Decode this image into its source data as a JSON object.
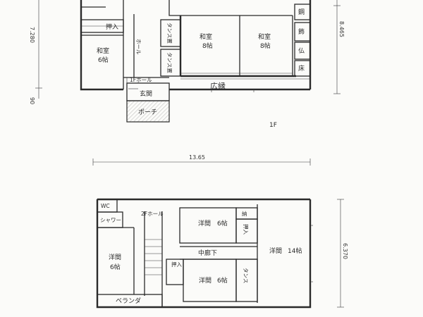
{
  "floor1": {
    "label": "1F",
    "dims": {
      "width": "13.65",
      "depth": "8.465",
      "left_upper": "7.280",
      "left_lower": "90"
    },
    "rooms": {
      "oshiire": "押入",
      "washitsu_small": "和室",
      "washitsu_small_size": "6帖",
      "hall": "ホール",
      "tansu1": "タンス置",
      "tansu2": "タンス置",
      "washitsu_a": "和室",
      "washitsu_a_size": "8帖",
      "washitsu_b": "和室",
      "washitsu_b_size": "8帖",
      "hiroen": "広縁",
      "entrance_hall": "1Fホール",
      "genkan": "玄関",
      "porch": "ポーチ",
      "side1": "飾",
      "side2": "仏",
      "side3": "床",
      "side_top": "鋼"
    }
  },
  "floor2": {
    "rooms": {
      "wc": "WC",
      "shower": "シャワー",
      "hall": "2Fホール",
      "youshitsu_a": "洋間",
      "youshitsu_a_size": "6帖",
      "youshitsu_left": "洋間",
      "youshitsu_left_size": "6帖",
      "storage": "納",
      "oshiire_a": "押入",
      "corridor": "中廊下",
      "youshitsu_big": "洋間",
      "youshitsu_big_size": "14帖",
      "oshiire_b": "押入",
      "youshitsu_b": "洋間",
      "youshitsu_b_size": "6帖",
      "tansu": "タンス",
      "veranda": "ベランダ"
    },
    "dims": {
      "depth": "6.370"
    }
  },
  "colors": {
    "ink": "#2a2a2a",
    "paper": "#fbfbf9"
  }
}
